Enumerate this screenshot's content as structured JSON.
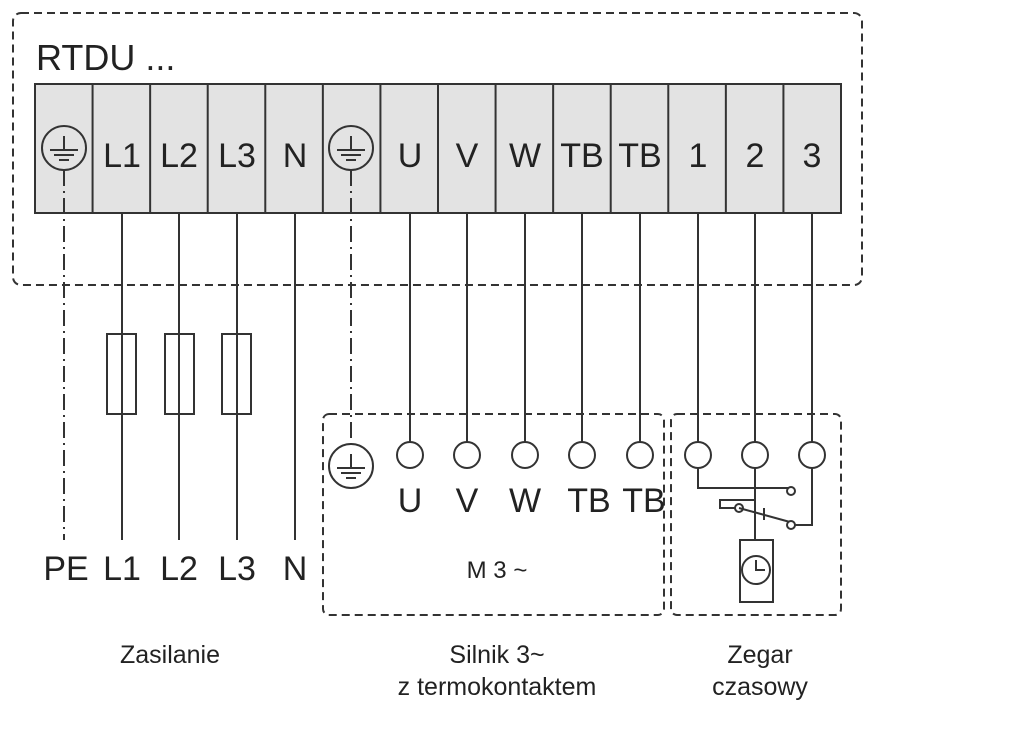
{
  "device_title": "RTDU ...",
  "terminals": [
    "",
    "L1",
    "L2",
    "L3",
    "N",
    "",
    "U",
    "V",
    "W",
    "TB",
    "TB",
    "1",
    "2",
    "3"
  ],
  "supply_labels": [
    "PE",
    "L1",
    "L2",
    "L3",
    "N"
  ],
  "motor": {
    "terminal_labels": [
      "U",
      "V",
      "W",
      "TB",
      "TB"
    ],
    "symbol": "M 3 ~"
  },
  "captions": {
    "supply": "Zasilanie",
    "motor_line1": "Silnik 3~",
    "motor_line2": "z termokontaktem",
    "timer_line1": "Zegar",
    "timer_line2": "czasowy"
  },
  "colors": {
    "terminal_fill": "#e3e3e3",
    "line": "#333333",
    "text": "#222222",
    "background": "#ffffff"
  },
  "icons": {
    "protective_earth": "ground-circle-icon",
    "fuse": "fuse-rect-icon",
    "clock": "clock-icon",
    "switch_contact": "switch-contact-icon"
  }
}
